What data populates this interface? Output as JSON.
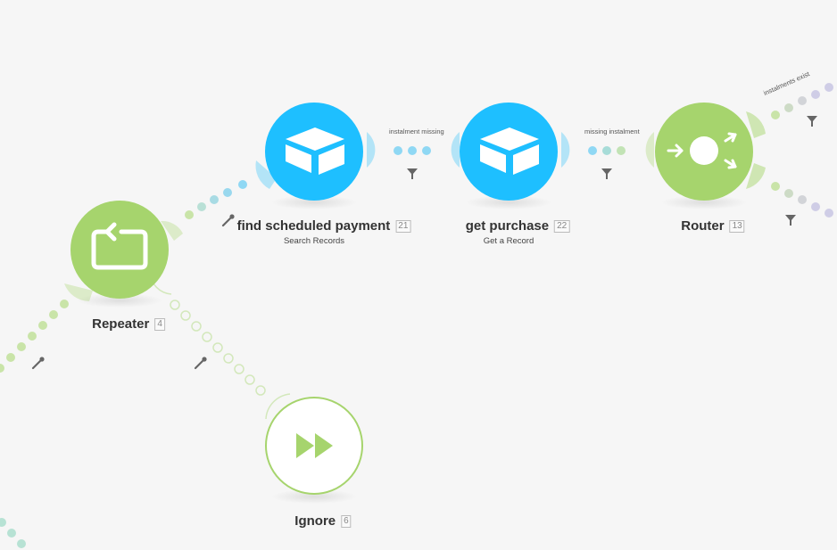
{
  "modules": {
    "repeater": {
      "title": "Repeater",
      "id": "4",
      "icon": "repeat-icon",
      "color": "#a6d46d"
    },
    "find_scheduled_payment": {
      "title": "find scheduled payment",
      "id": "21",
      "subtitle": "Search Records",
      "icon": "airtable-icon",
      "color": "#1ebfff"
    },
    "get_purchase": {
      "title": "get purchase",
      "id": "22",
      "subtitle": "Get a Record",
      "icon": "airtable-icon",
      "color": "#1ebfff"
    },
    "router": {
      "title": "Router",
      "id": "13",
      "icon": "router-icon",
      "color": "#a6d46d"
    },
    "ignore": {
      "title": "Ignore",
      "id": "6",
      "icon": "fast-forward-icon",
      "color": "#a6d46d"
    }
  },
  "routes": {
    "instalment_missing": "instalment missing",
    "missing_instalment": "missing instalment",
    "instalments_exist": "instalments exist"
  },
  "colors": {
    "canvas": "#f6f6f6",
    "route_green": "#c9e4a8",
    "route_blue": "#8fd8f4",
    "route_purple": "#cfcde6",
    "route_teal": "#b7e2d4",
    "icon_gray": "#666666"
  }
}
